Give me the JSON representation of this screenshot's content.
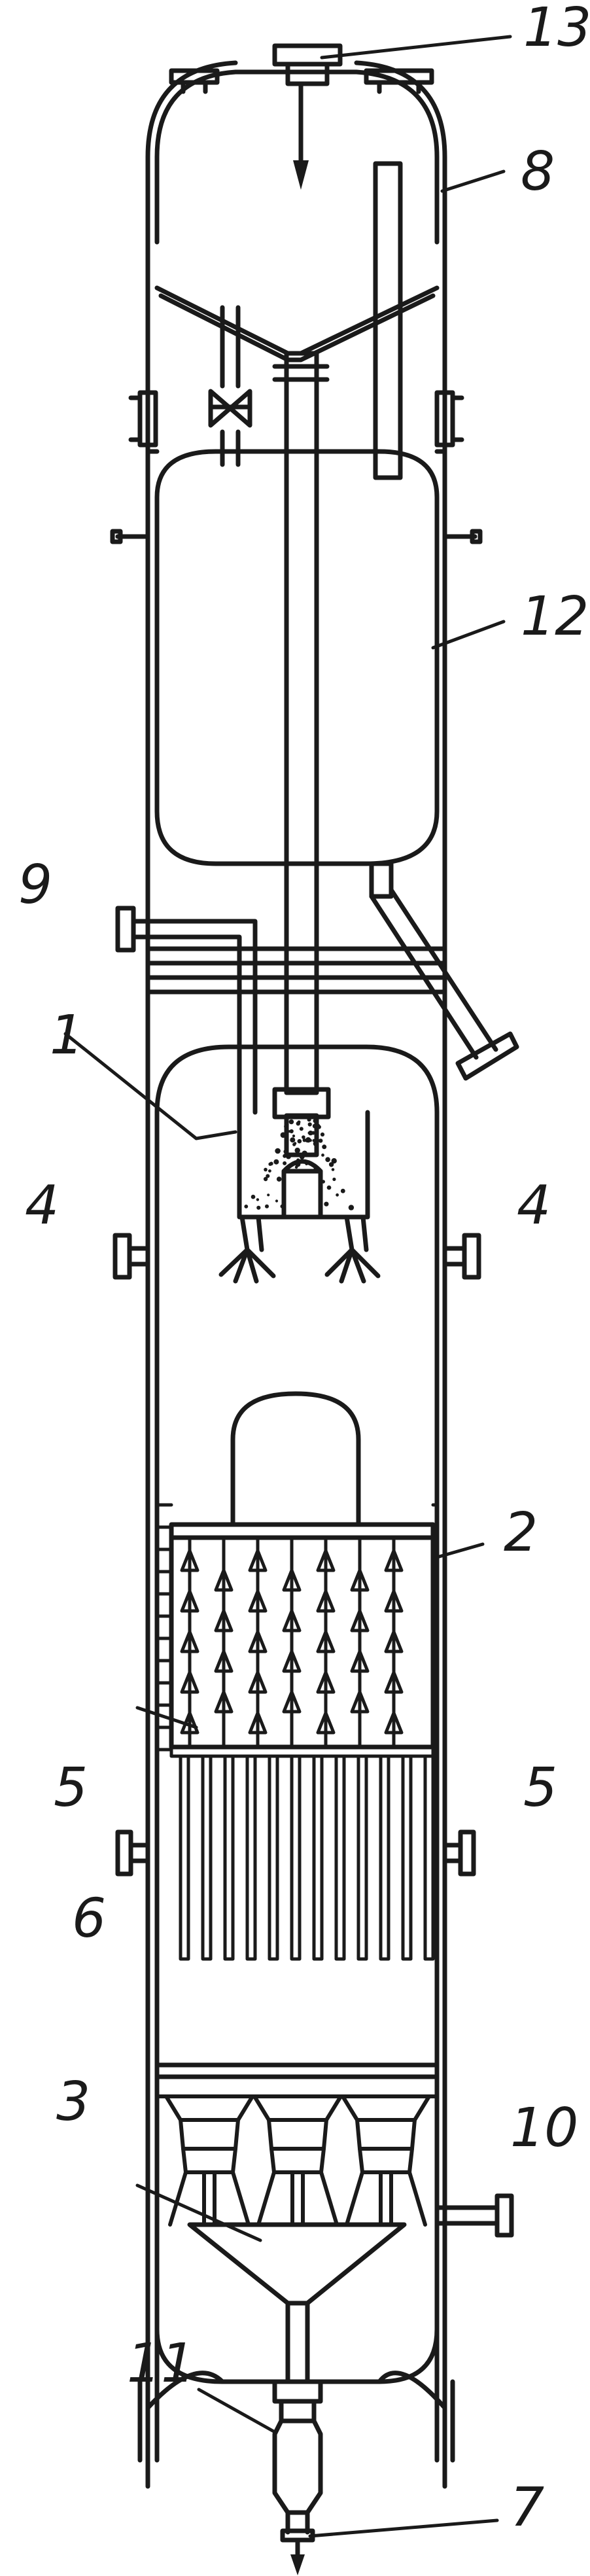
{
  "figure": {
    "stroke_color": "#1a1a1a",
    "background": "#ffffff",
    "callouts": [
      {
        "id": "1",
        "text": "1"
      },
      {
        "id": "2",
        "text": "2"
      },
      {
        "id": "3",
        "text": "3"
      },
      {
        "id": "4a",
        "text": "4"
      },
      {
        "id": "4b",
        "text": "4"
      },
      {
        "id": "5a",
        "text": "5"
      },
      {
        "id": "5b",
        "text": "5"
      },
      {
        "id": "6",
        "text": "6"
      },
      {
        "id": "7",
        "text": "7"
      },
      {
        "id": "8",
        "text": "8"
      },
      {
        "id": "9",
        "text": "9"
      },
      {
        "id": "10",
        "text": "10"
      },
      {
        "id": "11",
        "text": "11"
      },
      {
        "id": "12",
        "text": "12"
      },
      {
        "id": "13",
        "text": "13"
      }
    ]
  }
}
